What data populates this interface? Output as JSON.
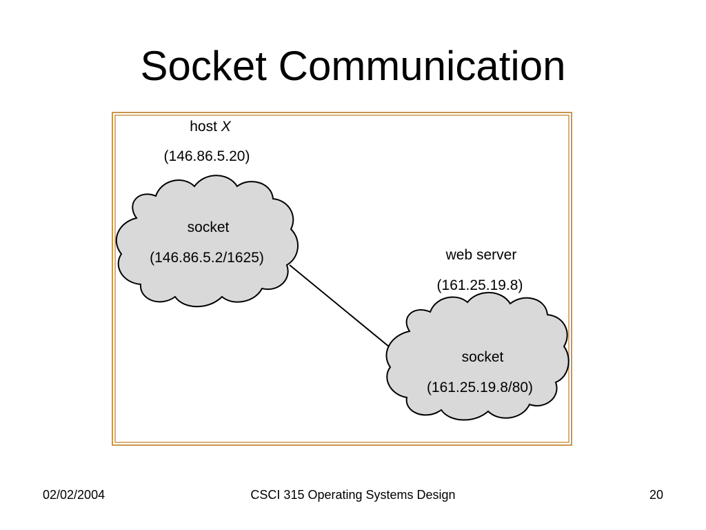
{
  "slide": {
    "title": "Socket Communication"
  },
  "diagram": {
    "host": {
      "label_prefix": "host ",
      "label_name": "X",
      "address": "(146.86.5.20)",
      "socket_label": "socket",
      "socket_address": "(146.86.5.2/1625)"
    },
    "server": {
      "label": "web server",
      "address": "(161.25.19.8)",
      "socket_label": "socket",
      "socket_address": "(161.25.19.8/80)"
    },
    "colors": {
      "frame": "#c8964b",
      "cloud_fill": "#d9d9d9",
      "cloud_stroke": "#000000",
      "connection": "#000000"
    }
  },
  "footer": {
    "date": "02/02/2004",
    "course": "CSCI 315 Operating Systems Design",
    "page": "20"
  }
}
